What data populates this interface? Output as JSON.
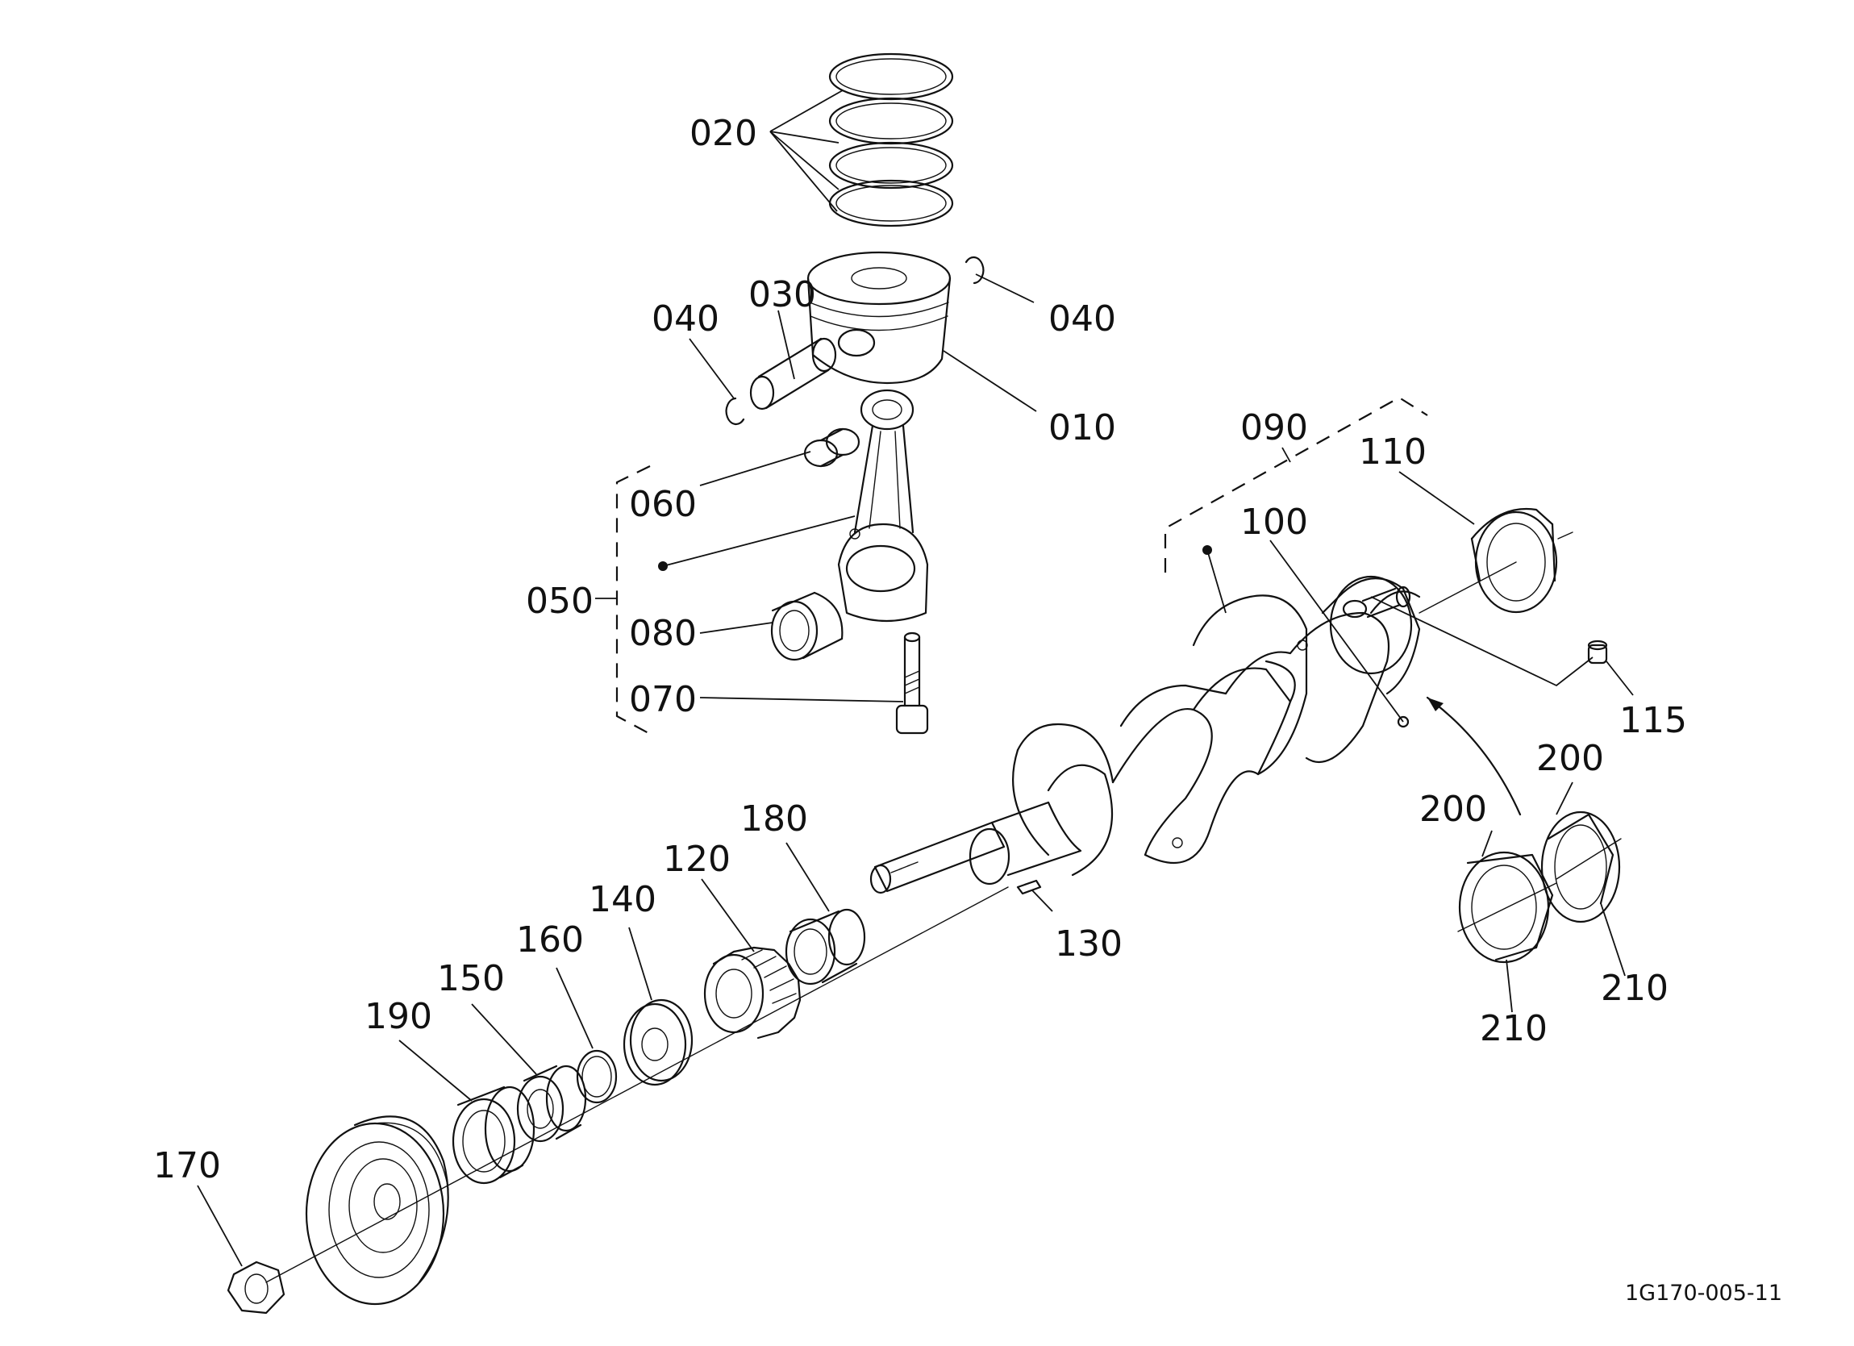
{
  "callouts": {
    "p010": "010",
    "p020": "020",
    "p030": "030",
    "p040a": "040",
    "p040b": "040",
    "p050": "050",
    "p060": "060",
    "p070": "070",
    "p080": "080",
    "p090": "090",
    "p100": "100",
    "p110": "110",
    "p115": "115",
    "p120": "120",
    "p130": "130",
    "p140": "140",
    "p150": "150",
    "p160": "160",
    "p170": "170",
    "p180": "180",
    "p190": "190",
    "p200a": "200",
    "p200b": "200",
    "p210a": "210",
    "p210b": "210"
  },
  "document_id": "1G170-005-11"
}
